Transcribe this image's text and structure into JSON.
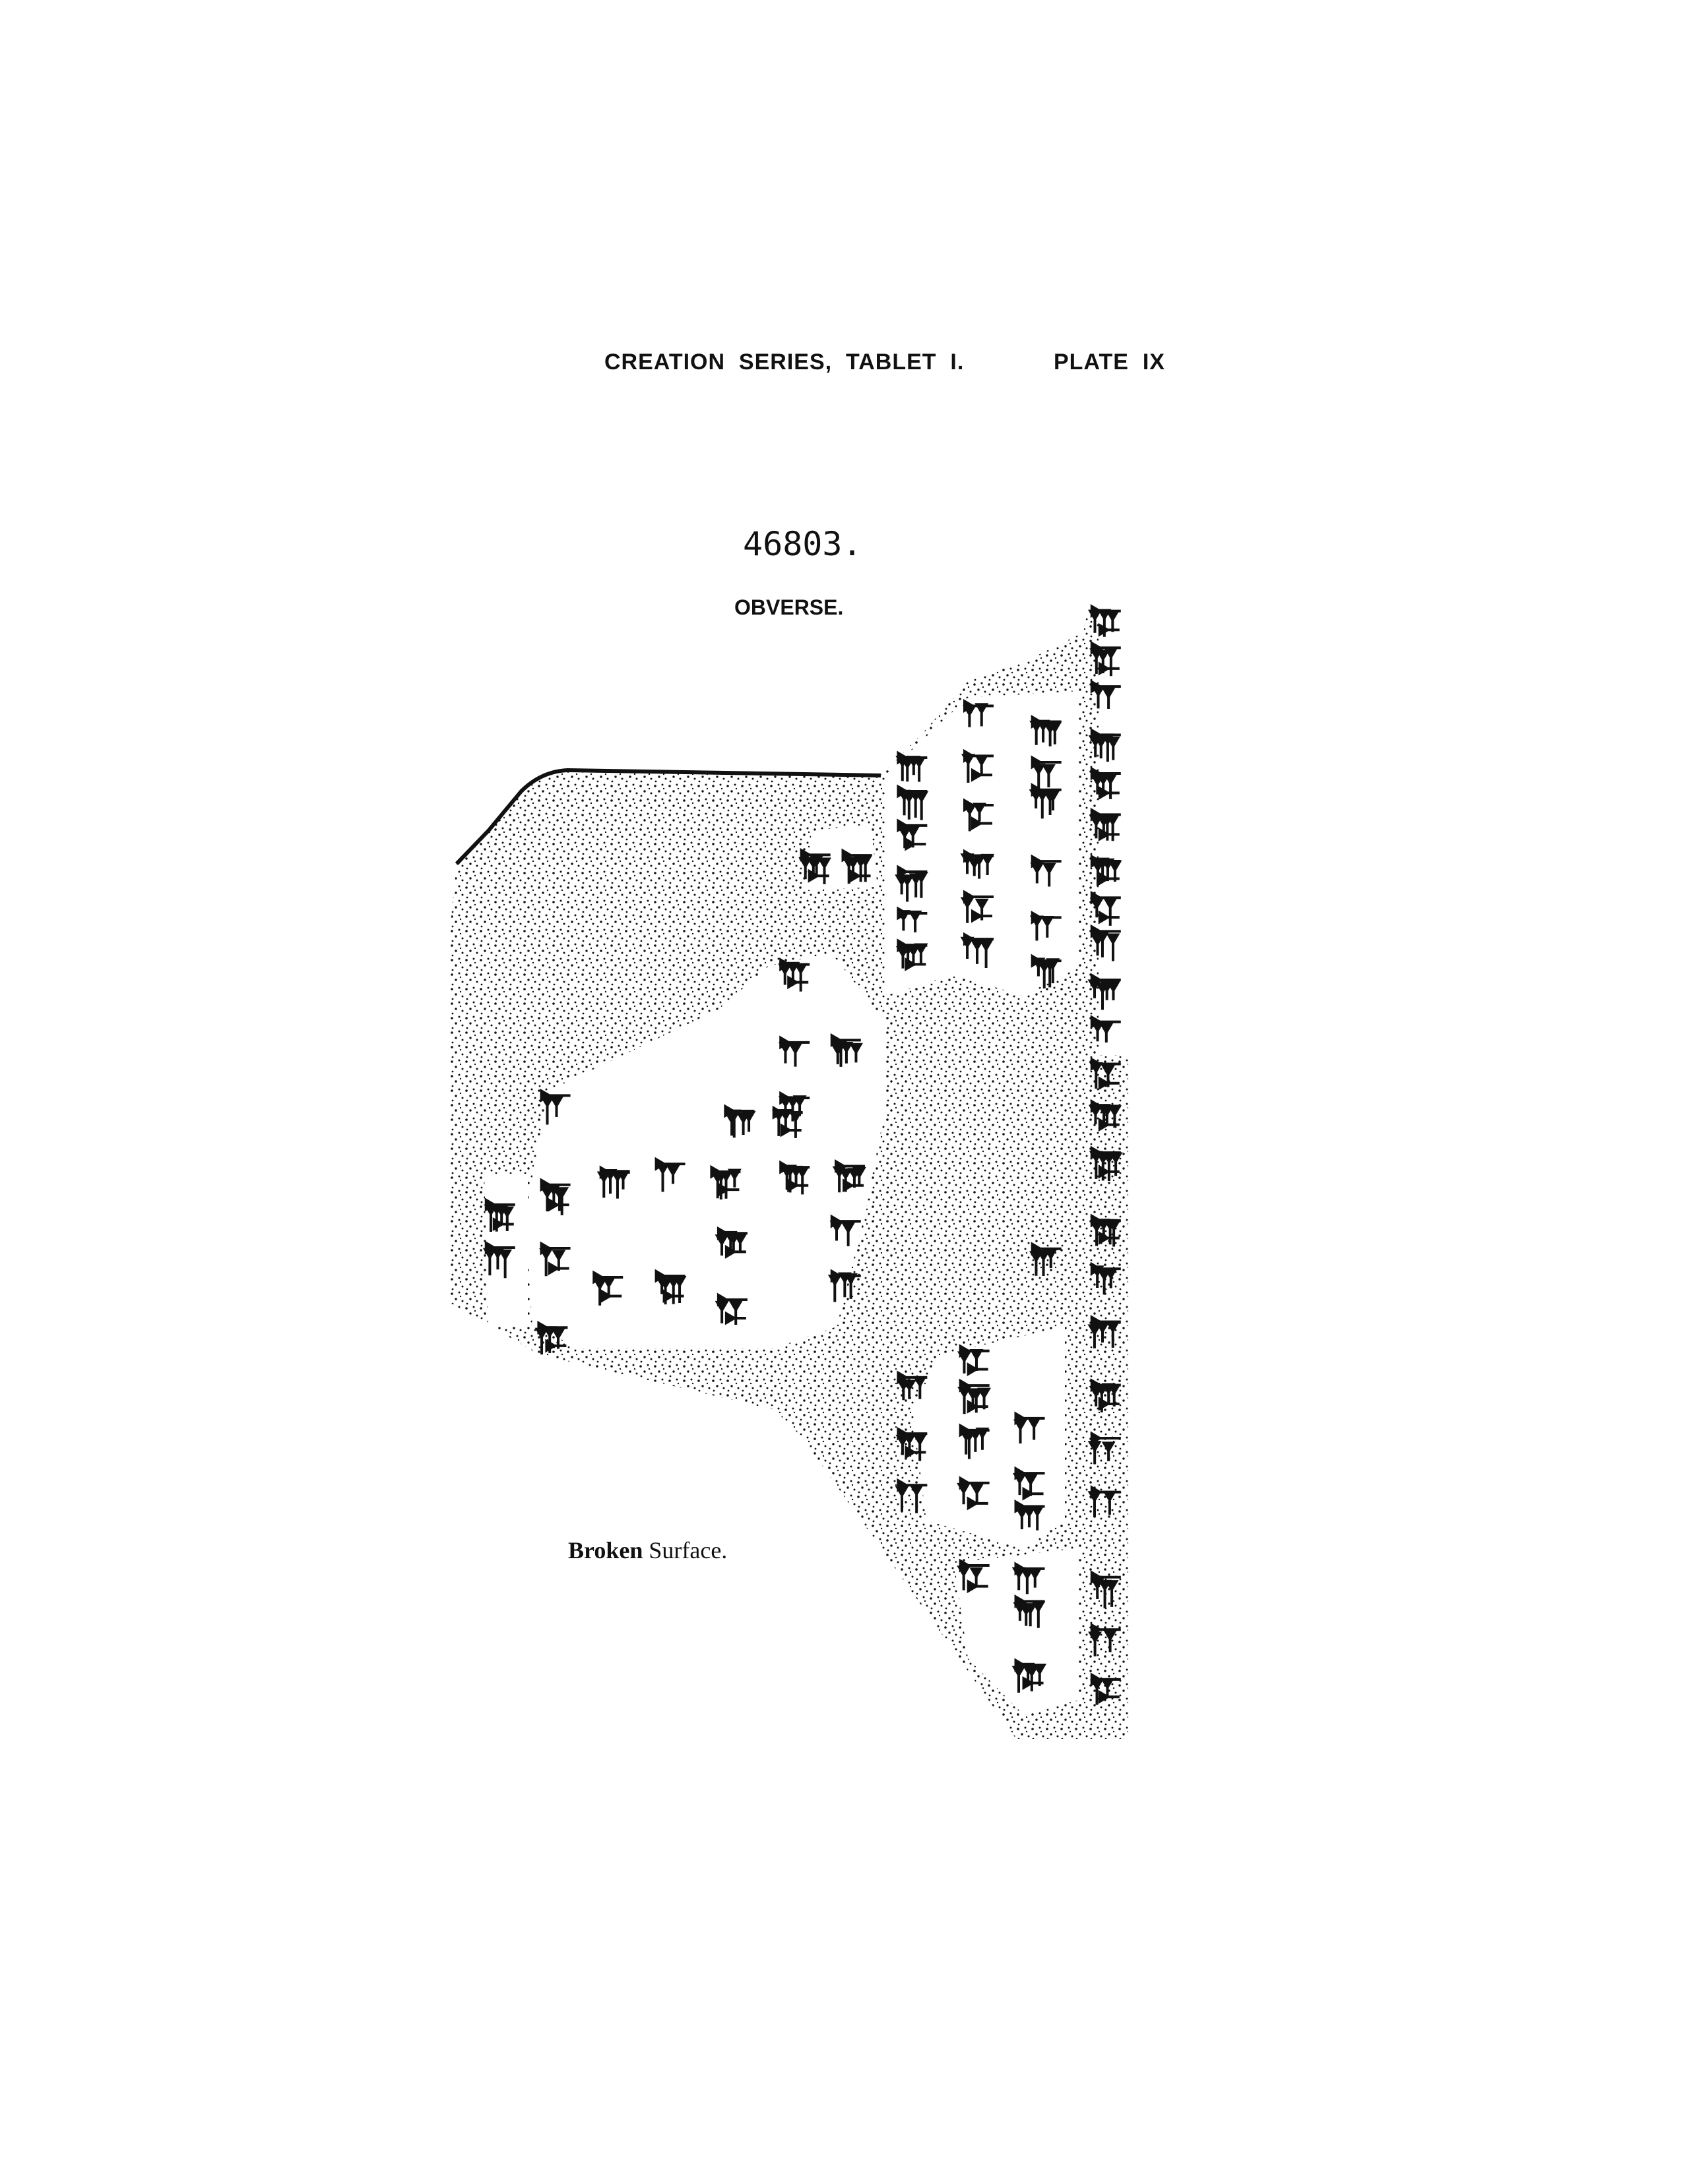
{
  "header": {
    "series_title": "CREATION  SERIES,  TABLET  I.",
    "plate": "PLATE  IX"
  },
  "tablet": {
    "number": "46803.",
    "side": "OBVERSE.",
    "annotation_bold": "Broken",
    "annotation_rest": " Surface."
  }
}
